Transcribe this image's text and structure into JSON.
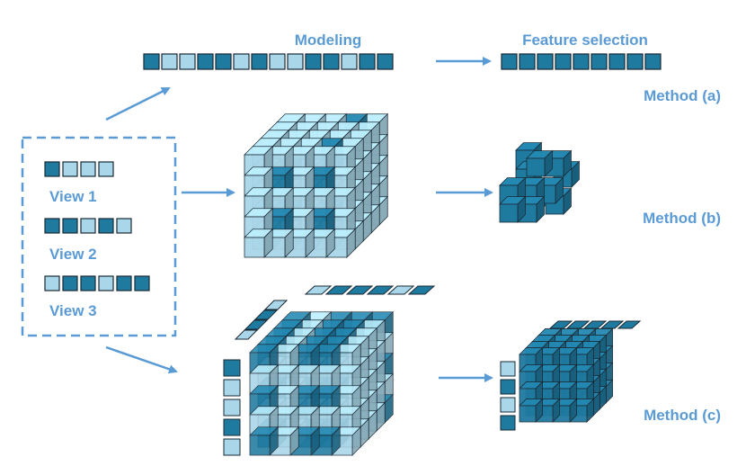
{
  "labels": {
    "modeling": "Modeling",
    "feature_selection": "Feature selection",
    "method_a": "Method (a)",
    "method_b": "Method (b)",
    "method_c": "Method (c)",
    "view1": "View 1",
    "view2": "View 2",
    "view3": "View 3"
  },
  "colors": {
    "dark": "#1f7aa0",
    "light": "#a9d6e8",
    "stroke": "#1a2a35",
    "accent": "#5b9bd5",
    "text": "#5b9bd5"
  },
  "views": {
    "view1": [
      "dark",
      "light",
      "light",
      "light"
    ],
    "view2": [
      "dark",
      "dark",
      "light",
      "dark",
      "light"
    ],
    "view3": [
      "light",
      "dark",
      "dark",
      "light",
      "dark",
      "dark"
    ]
  },
  "modeling_vector": [
    "dark",
    "light",
    "light",
    "dark",
    "dark",
    "light",
    "dark",
    "light",
    "light",
    "dark",
    "dark",
    "light",
    "dark",
    "dark"
  ],
  "selected_vector": [
    "dark",
    "dark",
    "dark",
    "dark",
    "dark",
    "dark",
    "dark",
    "dark",
    "dark"
  ]
}
